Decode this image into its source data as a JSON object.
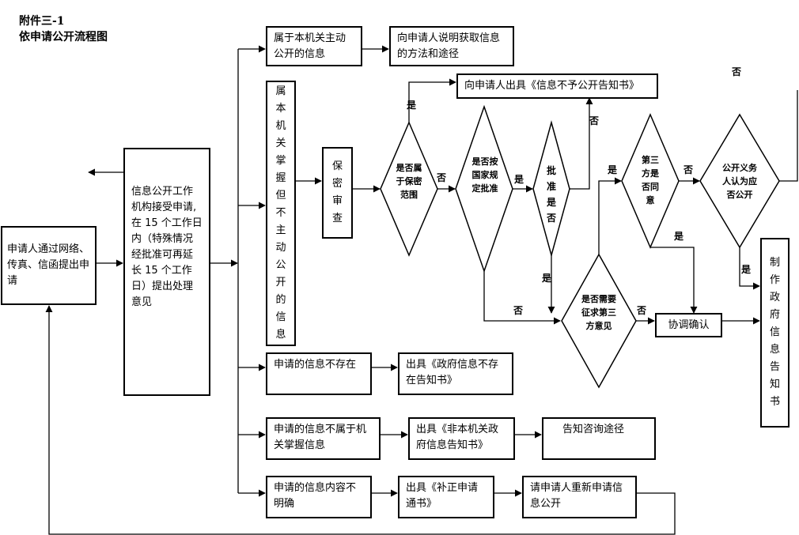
{
  "title": {
    "line1": "附件三-1",
    "line2": "依申请公开流程图"
  },
  "nodes": {
    "applicant": "申请人通过网络、传真、信函提出申请",
    "agency": "信息公开工作机构接受申请,在 15 个工作日内（特殊情况经批准可再延长 15 个工作日）提出处理意见",
    "active_info": "属于本机关主动公开的信息",
    "explain_method": "向申请人说明获取信息的方法和途径",
    "held_not_active": "属本机关掌握但不主动公开的信息",
    "secrecy_review": "保密审查",
    "not_disclose_notice": "向申请人出具《信息不予公开告知书》",
    "not_exist": "申请的信息不存在",
    "not_exist_notice": "出具《政府信息不存在告知书》",
    "not_held": "申请的信息不属于机关掌握信息",
    "not_held_notice": "出具《非本机关政府信息告知书》",
    "consult_route": "告知咨询途径",
    "unclear": "申请的信息内容不明确",
    "supplement_notice": "出具《补正申请通书》",
    "reapply": "请申请人重新申请信息公开",
    "coordinate": "协调确认",
    "make_notice": "制作政府信息告知书"
  },
  "decisions": {
    "is_secret": "是否属于保密范围",
    "needs_approval": "是否按国家规定批准",
    "approved": "批准是否",
    "third_party_agree": "第三方是否同意",
    "public_duty": "公开义务人认为应否公开",
    "needs_third_party": "是否需要征求第三方意见"
  },
  "labels": {
    "yes": "是",
    "no": "否"
  }
}
